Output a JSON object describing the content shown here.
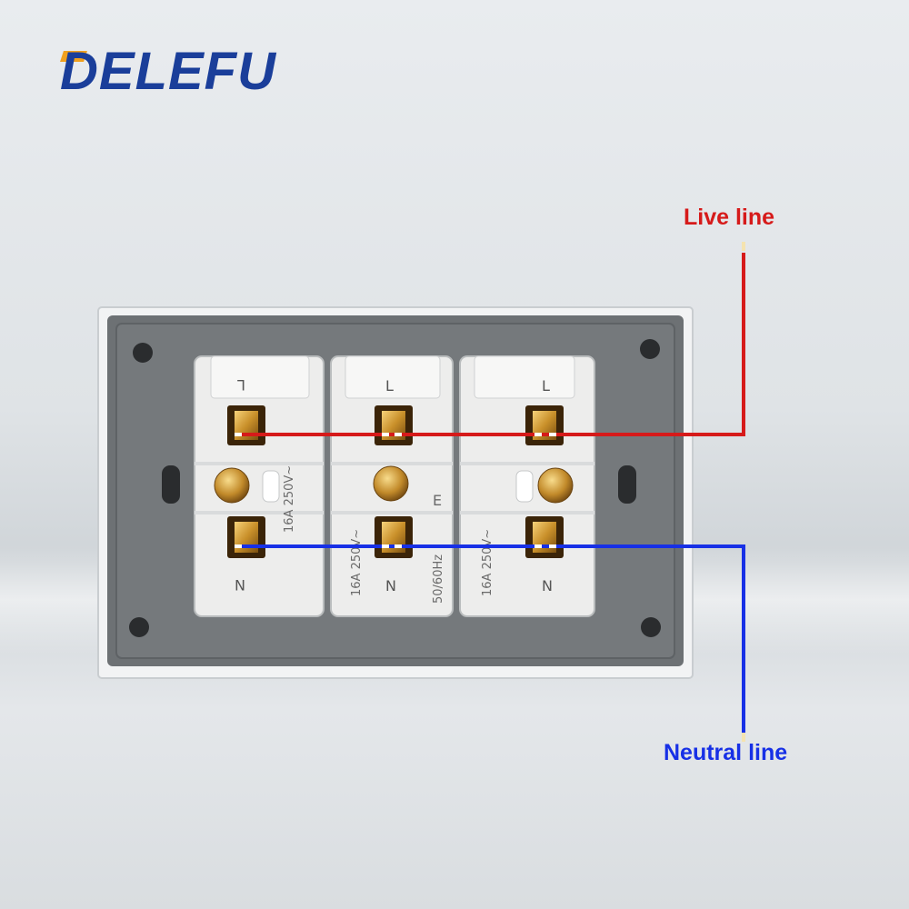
{
  "brand": {
    "name": "DELEFU",
    "accent_color": "#f0a01e",
    "color": "#1a3e9a"
  },
  "labels": {
    "live": {
      "text": "Live line",
      "color": "#d61a1a"
    },
    "neutral": {
      "text": "Neutral line",
      "color": "#1730e6"
    }
  },
  "socket": {
    "modules": [
      {
        "top_letter": "L",
        "bottom_letter": "N",
        "rating": "16A 250V~"
      },
      {
        "top_letter": "L",
        "bottom_letter": "N",
        "rating": "16A 250V~",
        "frequency": "50/60Hz",
        "earth_mark": "E"
      },
      {
        "top_letter": "L",
        "bottom_letter": "N",
        "rating": "16A 250V~"
      }
    ],
    "icons": [
      "terminal-screw-icon",
      "mounting-hole-icon"
    ]
  }
}
